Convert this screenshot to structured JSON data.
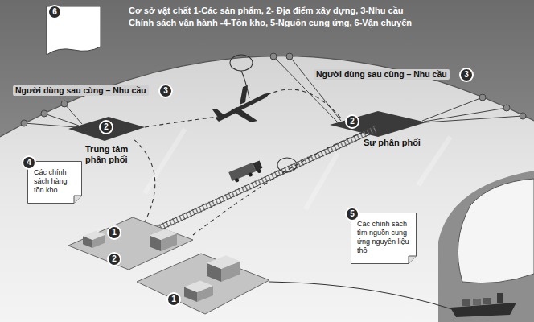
{
  "diagram": {
    "nodes": [
      {
        "text": [
          "4",
          "Các chính sách hàng tồn kho"
        ]
      },
      {
        "text": [
          "5",
          "Các chính sách tìm nguồn cung ứng nguyên liệu thô"
        ]
      }
    ],
    "labels": [
      "Cơ sở vật chất 1-Các sản phẩm, 2- Địa điểm xây dựng, 3-Nhu cầu",
      "Chính sách vận hành -4-Tồn kho, 5-Nguồn cung ứng, 6-Vận chuyển",
      "6",
      "Người dùng sau cùng – Nhu cầu",
      "3",
      "Người dùng sau cùng – Nhu cầu",
      "3",
      "2",
      "Trung tâm phân phối",
      "2",
      "Sự phân phối",
      "1",
      "2",
      "1"
    ]
  }
}
